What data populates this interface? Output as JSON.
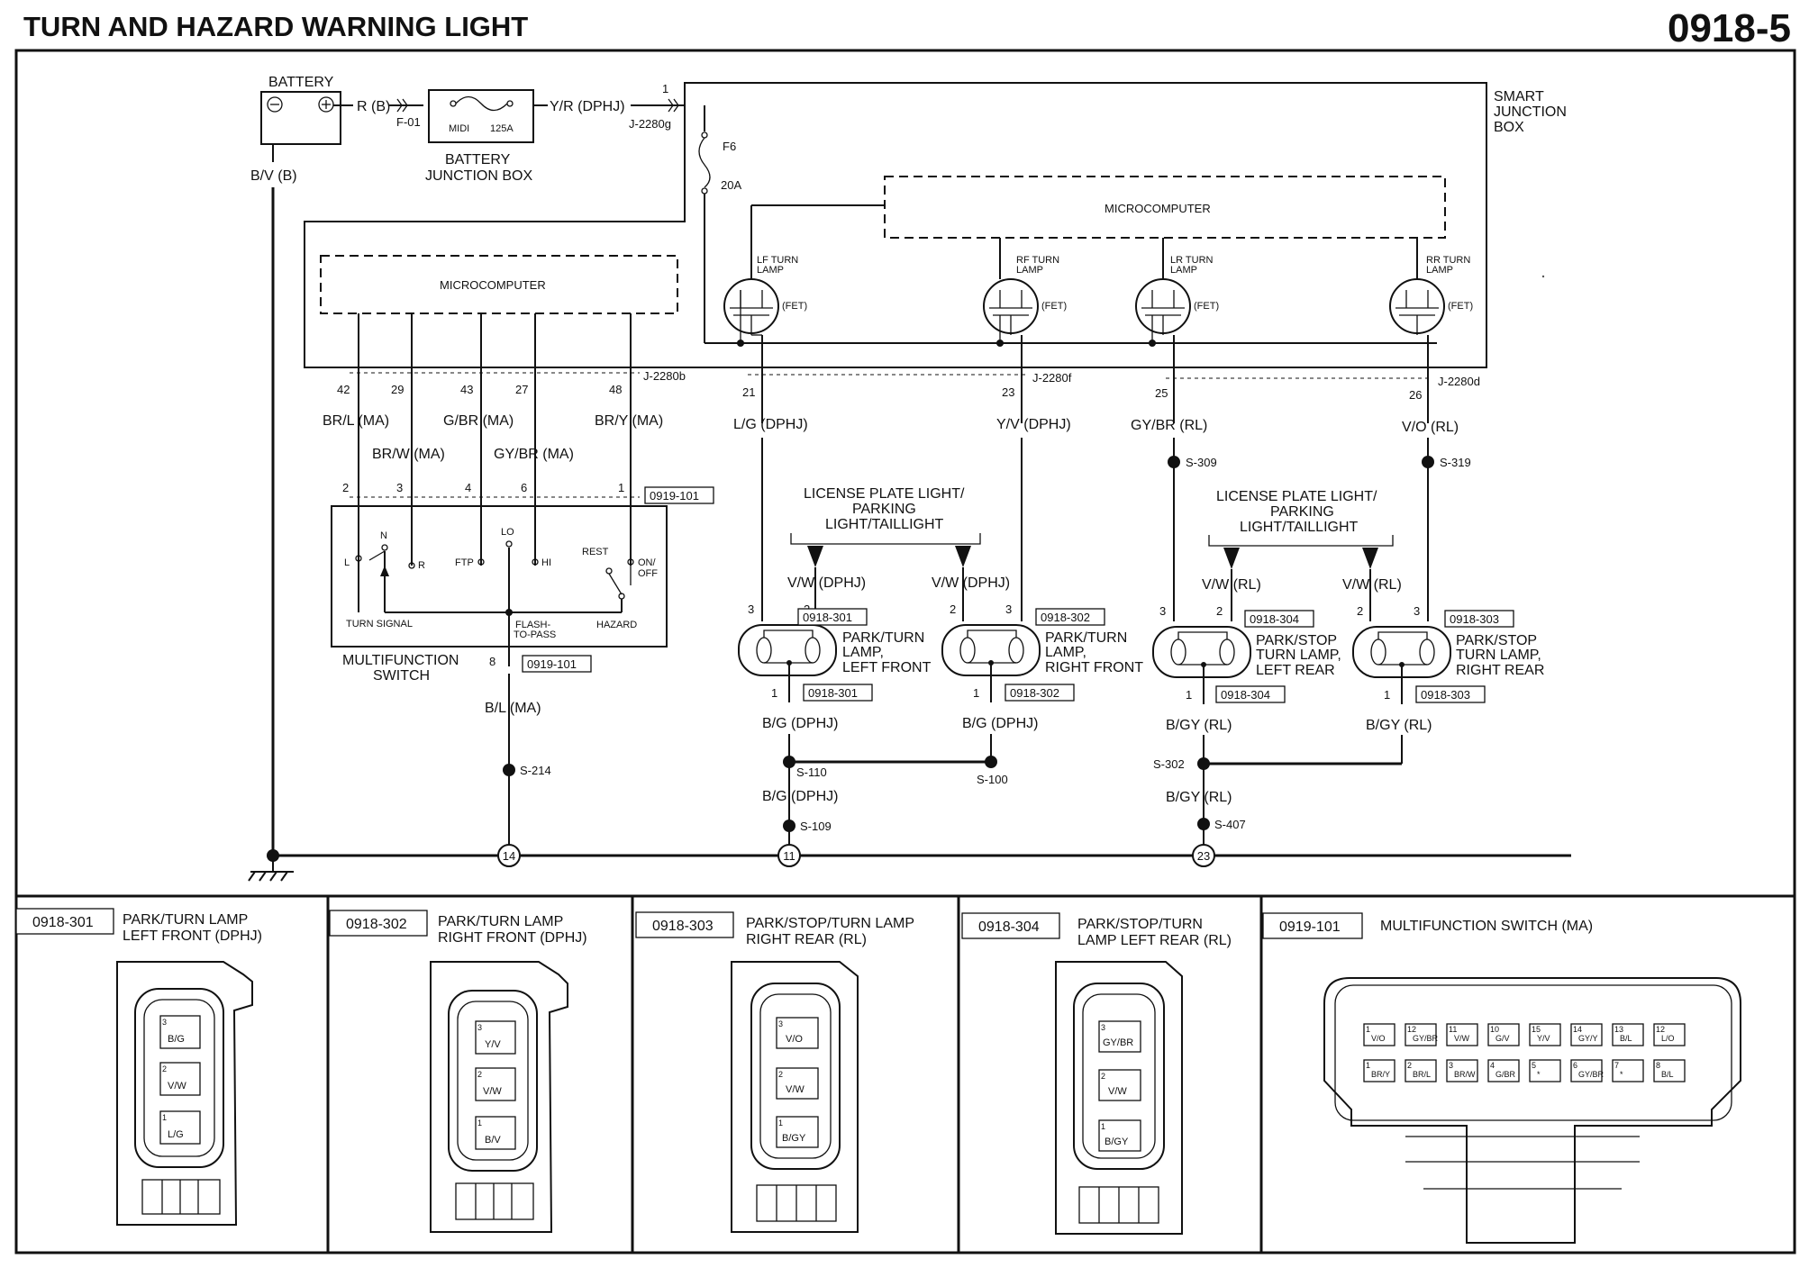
{
  "header": {
    "title": "TURN AND HAZARD WARNING LIGHT",
    "page": "0918-5"
  },
  "power": {
    "battery": "BATTERY",
    "battery_out_wire": "R (B)",
    "battery_ground_wire": "B/V (B)",
    "fuse_connector": "F-01",
    "midi_fuse": "MIDI",
    "midi_rating": "125A",
    "bjb_line1": "BATTERY",
    "bjb_line2": "JUNCTION BOX",
    "sjb_feed_wire": "Y/R (DPHJ)",
    "sjb_feed_pin": "1",
    "sjb_feed_connector": "J-2280g",
    "fuse_f6": "F6",
    "fuse_f6_rating": "20A"
  },
  "sjb": {
    "line1": "SMART",
    "line2": "JUNCTION",
    "line3": "BOX",
    "micro_left": "MICROCOMPUTER",
    "micro_right": "MICROCOMPUTER",
    "fet": "(FET)",
    "lamps": [
      {
        "line1": "LF TURN",
        "line2": "LAMP"
      },
      {
        "line1": "RF TURN",
        "line2": "LAMP"
      },
      {
        "line1": "LR TURN",
        "line2": "LAMP"
      },
      {
        "line1": "RR TURN",
        "line2": "LAMP"
      }
    ]
  },
  "switch_wires": [
    {
      "pin_top": "42",
      "wire": "BR/L (MA)",
      "pin_bottom": "2"
    },
    {
      "pin_top": "29",
      "wire": "BR/W (MA)",
      "pin_bottom": "3"
    },
    {
      "pin_top": "43",
      "wire": "G/BR (MA)",
      "pin_bottom": "4"
    },
    {
      "pin_top": "27",
      "wire": "GY/BR (MA)",
      "pin_bottom": "6"
    },
    {
      "pin_top": "48",
      "wire": "BR/Y (MA)",
      "pin_bottom": "1"
    }
  ],
  "conn_j2280b": "J-2280b",
  "conn_j2280f": "J-2280f",
  "conn_j2280d": "J-2280d",
  "mfs": {
    "ref": "0919-101",
    "ref_bottom": "0919-101",
    "out_pin": "8",
    "title1": "MULTIFUNCTION",
    "title2": "SWITCH",
    "pos_l": "L",
    "pos_n": "N",
    "pos_r": "R",
    "pos_ftp": "FTP",
    "pos_lo": "LO",
    "pos_hi": "HI",
    "pos_rest": "REST",
    "pos_on": "ON/",
    "pos_off": "OFF",
    "turn_signal": "TURN SIGNAL",
    "flash1": "FLASH-",
    "flash2": "TO-PASS",
    "hazard": "HAZARD",
    "out_wire": "B/L (MA)",
    "splice": "S-214",
    "ground": "14"
  },
  "front": {
    "lf_pin": "21",
    "lf_wire": "L/G (DPHJ)",
    "rf_pin": "23",
    "rf_wire": "Y/V (DPHJ)",
    "tail1": "LICENSE PLATE LIGHT/",
    "tail2": "PARKING",
    "tail3": "LIGHT/TAILLIGHT",
    "park_wire_l": "V/W (DPHJ)",
    "park_wire_r": "V/W (DPHJ)",
    "pin3": "3",
    "pin2": "2",
    "pin1": "1",
    "lf_ref": "0918-301",
    "lf_ref_b": "0918-301",
    "rf_ref": "0918-302",
    "rf_ref_b": "0918-302",
    "lf_name1": "PARK/TURN",
    "lf_name2": "LAMP,",
    "lf_name3": "LEFT FRONT",
    "rf_name1": "PARK/TURN",
    "rf_name2": "LAMP,",
    "rf_name3": "RIGHT FRONT",
    "gnd_wire_l": "B/G (DPHJ)",
    "gnd_wire_r": "B/G (DPHJ)",
    "s110": "S-110",
    "s100": "S-100",
    "gnd_wire_c": "B/G (DPHJ)",
    "s109": "S-109",
    "ground": "11"
  },
  "rear": {
    "lr_pin": "25",
    "lr_wire": "GY/BR (RL)",
    "s309": "S-309",
    "rr_pin": "26",
    "rr_wire": "V/O (RL)",
    "s319": "S-319",
    "tail1": "LICENSE PLATE LIGHT/",
    "tail2": "PARKING",
    "tail3": "LIGHT/TAILLIGHT",
    "park_wire_l": "V/W (RL)",
    "park_wire_r": "V/W (RL)",
    "pin3": "3",
    "pin2": "2",
    "pin1": "1",
    "lr_ref": "0918-304",
    "lr_ref_b": "0918-304",
    "rr_ref": "0918-303",
    "rr_ref_b": "0918-303",
    "lr_name1": "PARK/STOP",
    "lr_name2": "TURN LAMP,",
    "lr_name3": "LEFT REAR",
    "rr_name1": "PARK/STOP",
    "rr_name2": "TURN LAMP,",
    "rr_name3": "RIGHT REAR",
    "gnd_wire_l": "B/GY (RL)",
    "gnd_wire_r": "B/GY (RL)",
    "s302": "S-302",
    "gnd_wire_c": "B/GY (RL)",
    "s407": "S-407",
    "ground": "23"
  },
  "connectors": [
    {
      "id": "0918-301",
      "line1": "PARK/TURN LAMP",
      "line2": "LEFT FRONT (DPHJ)",
      "pins": [
        {
          "n": "3",
          "w": "B/G"
        },
        {
          "n": "2",
          "w": "V/W"
        },
        {
          "n": "1",
          "w": "L/G"
        }
      ]
    },
    {
      "id": "0918-302",
      "line1": "PARK/TURN LAMP",
      "line2": "RIGHT FRONT (DPHJ)",
      "pins": [
        {
          "n": "3",
          "w": "Y/V"
        },
        {
          "n": "2",
          "w": "V/W"
        },
        {
          "n": "1",
          "w": "B/V"
        }
      ]
    },
    {
      "id": "0918-303",
      "line1": "PARK/STOP/TURN LAMP",
      "line2": "RIGHT REAR (RL)",
      "pins": [
        {
          "n": "3",
          "w": "V/O"
        },
        {
          "n": "2",
          "w": "V/W"
        },
        {
          "n": "1",
          "w": "B/GY"
        }
      ]
    },
    {
      "id": "0918-304",
      "line1": "PARK/STOP/TURN",
      "line2": "LAMP LEFT REAR (RL)",
      "pins": [
        {
          "n": "3",
          "w": "GY/BR"
        },
        {
          "n": "2",
          "w": "V/W"
        },
        {
          "n": "1",
          "w": "B/GY"
        }
      ]
    },
    {
      "id": "0919-101",
      "line1": "MULTIFUNCTION SWITCH (MA)",
      "line2": "",
      "row1": [
        {
          "n": "1",
          "w": "V/O"
        },
        {
          "n": "12",
          "w": "GY/BR"
        },
        {
          "n": "11",
          "w": "V/W"
        },
        {
          "n": "10",
          "w": "G/V"
        },
        {
          "n": "15",
          "w": "Y/V"
        },
        {
          "n": "14",
          "w": "GY/Y"
        },
        {
          "n": "13",
          "w": "B/L"
        },
        {
          "n": "12",
          "w": "L/O"
        }
      ],
      "row2": [
        {
          "n": "1",
          "w": "BR/Y"
        },
        {
          "n": "2",
          "w": "BR/L"
        },
        {
          "n": "3",
          "w": "BR/W"
        },
        {
          "n": "4",
          "w": "G/BR"
        },
        {
          "n": "5",
          "w": "*"
        },
        {
          "n": "6",
          "w": "GY/BR"
        },
        {
          "n": "7",
          "w": "*"
        },
        {
          "n": "8",
          "w": "B/L"
        }
      ]
    }
  ]
}
